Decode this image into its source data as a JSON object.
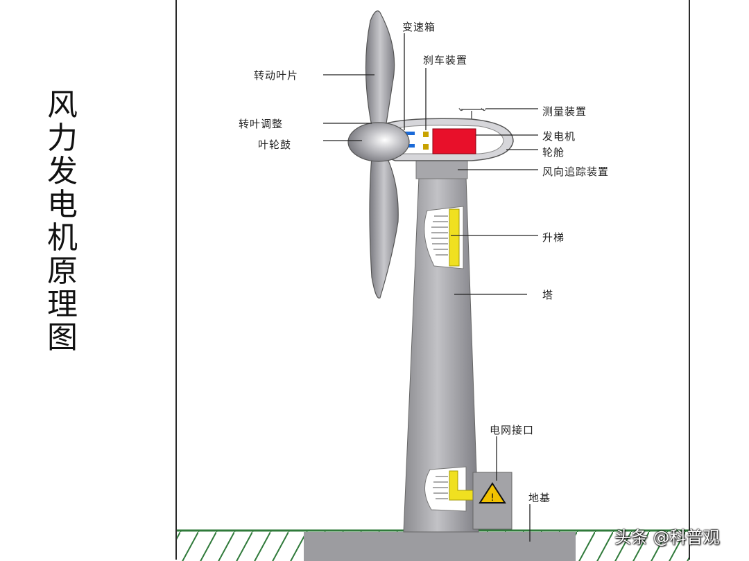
{
  "title_chars": [
    "风",
    "力",
    "发",
    "电",
    "机",
    "原",
    "理",
    "图"
  ],
  "labels": {
    "gearbox": "变速箱",
    "brake": "刹车装置",
    "rotating_blade": "转动叶片",
    "measuring_device": "测量装置",
    "pitch_adjust": "转叶调整",
    "generator": "发电机",
    "hub": "叶轮鼓",
    "nacelle": "轮舱",
    "yaw_device": "风向追踪装置",
    "elevator": "升梯",
    "tower": "塔",
    "grid_interface": "电网接口",
    "foundation": "地基"
  },
  "watermark": "头条 @科普观",
  "colors": {
    "tower": "#9a9a9e",
    "generator": "#e8102a",
    "ladder": "#f0e020",
    "ground": "#2f7a3a",
    "warning": "#f2c200"
  }
}
